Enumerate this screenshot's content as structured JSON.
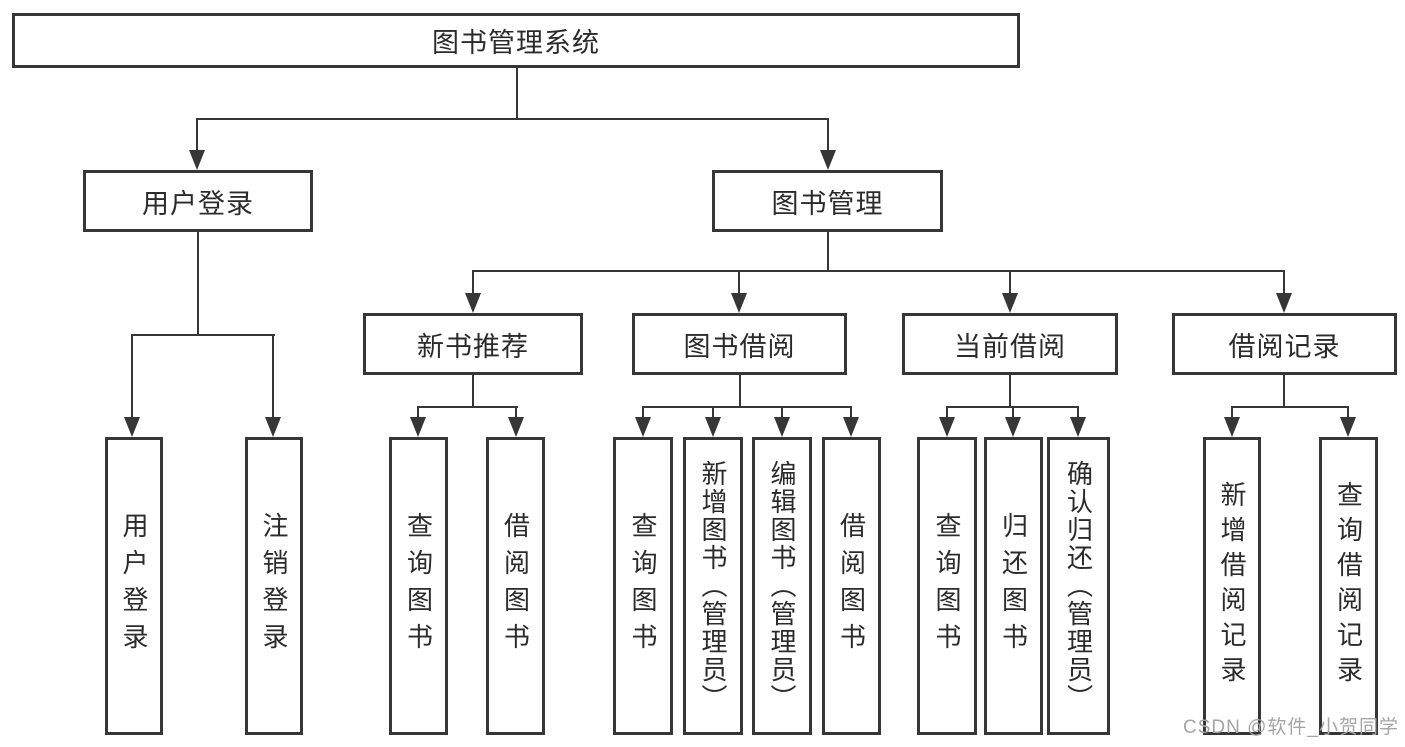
{
  "diagram": {
    "type": "hierarchy-tree",
    "colors": {
      "line": "#363636",
      "text": "#2b2b2b",
      "background": "#ffffff",
      "watermark": "#a5a5a5"
    },
    "root": {
      "label": "图书管理系统",
      "children": [
        {
          "label": "用户登录",
          "children": [
            {
              "label": "用户登录"
            },
            {
              "label": "注销登录"
            }
          ]
        },
        {
          "label": "图书管理",
          "children": [
            {
              "label": "新书推荐",
              "children": [
                {
                  "label": "查询图书"
                },
                {
                  "label": "借阅图书"
                }
              ]
            },
            {
              "label": "图书借阅",
              "children": [
                {
                  "label": "查询图书"
                },
                {
                  "label": "新增图书（管理员）"
                },
                {
                  "label": "编辑图书（管理员）"
                },
                {
                  "label": "借阅图书"
                }
              ]
            },
            {
              "label": "当前借阅",
              "children": [
                {
                  "label": "查询图书"
                },
                {
                  "label": "归还图书"
                },
                {
                  "label": "确认归还（管理员）"
                }
              ]
            },
            {
              "label": "借阅记录",
              "children": [
                {
                  "label": "新增借阅记录"
                },
                {
                  "label": "查询借阅记录"
                }
              ]
            }
          ]
        }
      ]
    },
    "watermark": "CSDN @软件_小贺同学"
  }
}
